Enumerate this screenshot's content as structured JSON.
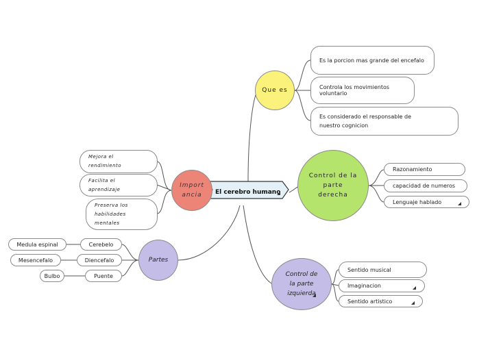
{
  "central": {
    "label": "El cerebro humano"
  },
  "branches": {
    "que_es": {
      "label": "Que es",
      "color": "#fbf27c",
      "items": [
        "Es la porcion mas grande del encefalo",
        "Controla los movimientos voluntario",
        "Es considerado el responsable de nuestro cognicion"
      ]
    },
    "derecha": {
      "label": "Control de la parte derecha",
      "color": "#b5e46d",
      "items": [
        "Razonamiento",
        "capacidad de numeros",
        "Lenguaje hablado"
      ]
    },
    "izquierda": {
      "label": "Control de la parte izquierda",
      "color": "#c4bde8",
      "items": [
        "Sentido musical",
        "Imaginacion",
        "Sentido artistico"
      ]
    },
    "importancia": {
      "label": "Importancia",
      "color": "#ec8578",
      "items": [
        "Mejora el rendimiento",
        "Facilita el aprendizaje",
        "Preserva los habilidades mentales"
      ]
    },
    "partes": {
      "label": "Partes",
      "color": "#c4bde8",
      "items": [
        {
          "label": "Cerebelo",
          "sub": "Medula espinal"
        },
        {
          "label": "Diencefalo",
          "sub": "Mesencefalo"
        },
        {
          "label": "Puente",
          "sub": "Bulbo"
        }
      ]
    }
  }
}
